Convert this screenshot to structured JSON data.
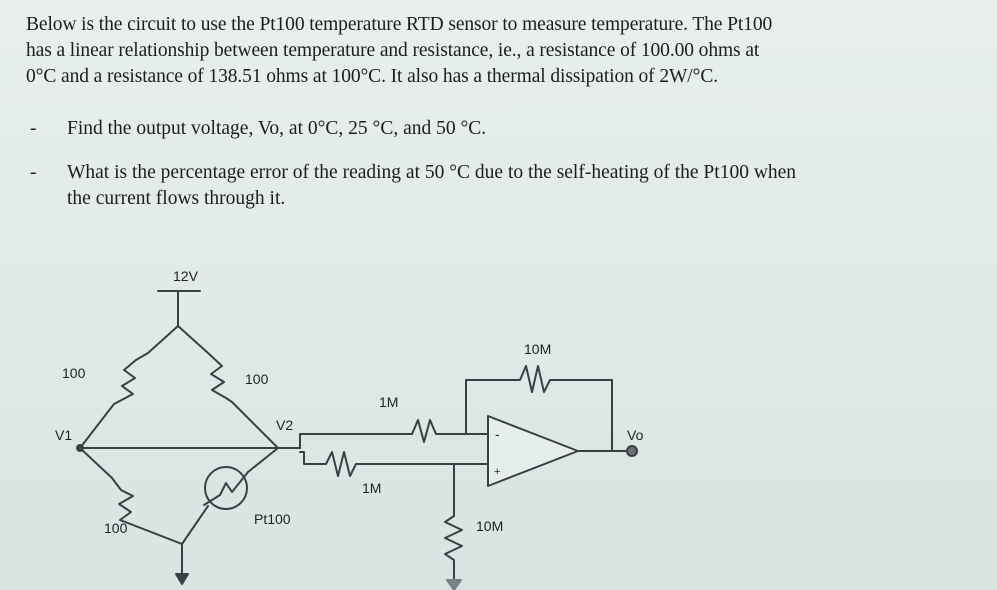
{
  "intro_lines": [
    "Below is the circuit to use the Pt100 temperature RTD sensor to measure temperature. The Pt100",
    "has a linear relationship between temperature and resistance, ie., a resistance of 100.00 ohms at",
    "0°C and a resistance of 138.51 ohms at 100°C. It also has a thermal dissipation of 2W/°C."
  ],
  "bullets": [
    {
      "dash": "-",
      "lines": [
        "Find the output voltage, Vo, at 0°C, 25 °C, and 50 °C."
      ]
    },
    {
      "dash": "-",
      "lines": [
        "What is the percentage error of the reading at 50 °C due to the self-heating of the Pt100 when",
        "the current flows through it."
      ]
    }
  ],
  "circuit": {
    "supply": "12V",
    "r_top_left": "100",
    "r_top_right": "100",
    "r_bottom_left": "100",
    "rtd": "Pt100",
    "node_v1": "V1",
    "node_v2": "V2",
    "r_in_top": "1M",
    "r_in_bottom": "1M",
    "r_feedback": "10M",
    "r_ground": "10M",
    "minus_sign": "-",
    "plus_sign": "+",
    "output": "Vo"
  }
}
